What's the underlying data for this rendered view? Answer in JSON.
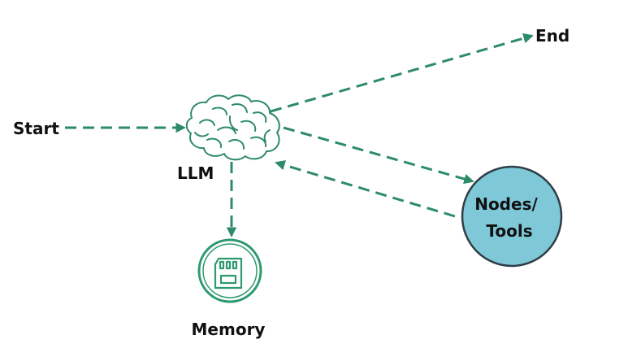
{
  "nodes": {
    "start": "Start",
    "end": "End",
    "llm": "LLM",
    "memory": "Memory",
    "tools_line1": "Nodes/",
    "tools_line2": "Tools"
  },
  "edges": [
    {
      "from": "Start",
      "to": "LLM"
    },
    {
      "from": "LLM",
      "to": "End"
    },
    {
      "from": "LLM",
      "to": "Nodes/Tools"
    },
    {
      "from": "Nodes/Tools",
      "to": "LLM"
    },
    {
      "from": "LLM",
      "to": "Memory"
    }
  ],
  "icons": {
    "llm": "brain-icon",
    "memory": "memory-card-icon"
  },
  "colors": {
    "edge": "#2e8b6a",
    "tools_fill": "#7ec8d8",
    "tools_stroke": "#2f3e46",
    "memory_ring": "#2e9a6e",
    "text": "#111111"
  }
}
